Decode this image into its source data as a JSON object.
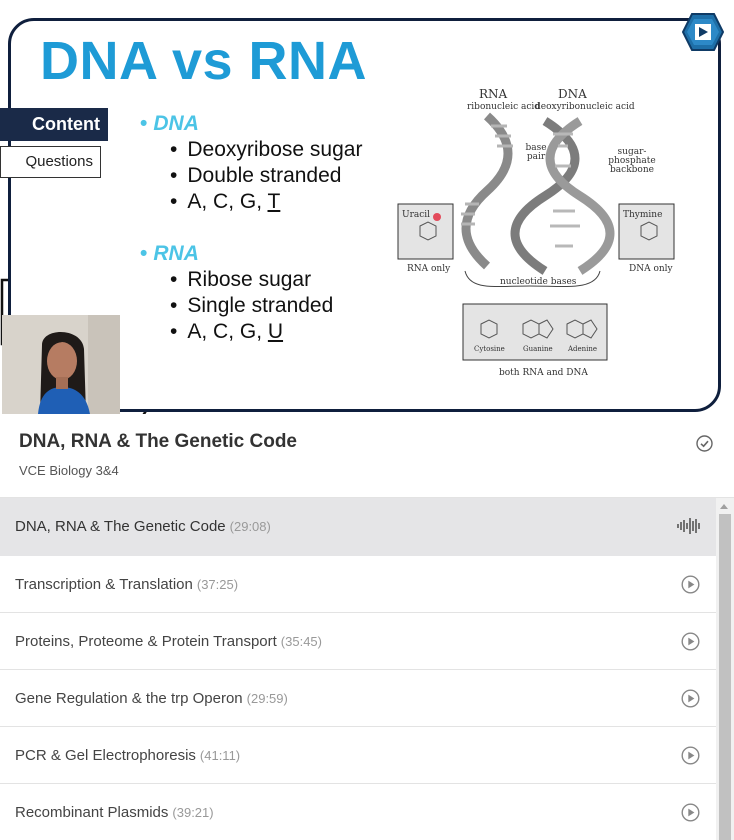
{
  "video": {
    "slide_title": "DNA vs RNA",
    "tabs": {
      "content": "Content",
      "questions": "Questions"
    },
    "dna_heading": "DNA",
    "dna_points": [
      "Deoxyribose sugar",
      "Double stranded",
      "A, C, G, "
    ],
    "dna_underlined_base": "T",
    "rna_heading": "RNA",
    "rna_points": [
      "Ribose sugar",
      "Single stranded",
      "A, C, G, "
    ],
    "rna_underlined_base": "U",
    "bullet": "•",
    "diagram": {
      "rna_label": "RNA",
      "rna_sub": "ribonucleic acid",
      "dna_label": "DNA",
      "dna_sub": "deoxyribonucleic acid",
      "base_pair": "base pair",
      "backbone": "sugar-phosphate backbone",
      "uracil": "Uracil",
      "rna_only": "RNA only",
      "thymine": "Thymine",
      "dna_only": "DNA only",
      "nucleotide_bases": "nucleotide bases",
      "cytosine": "Cytosine",
      "guanine": "Guanine",
      "adenine": "Adenine",
      "both": "both RNA and DNA"
    },
    "colors": {
      "title": "#1e9bd6",
      "accent": "#4cc4e6",
      "frame": "#0f1f3d"
    }
  },
  "course": {
    "title": "DNA, RNA & The Genetic Code",
    "subtitle": "VCE Biology 3&4"
  },
  "lessons": [
    {
      "title": "DNA, RNA & The Genetic Code",
      "duration": "(29:08)",
      "active": true
    },
    {
      "title": "Transcription & Translation",
      "duration": "(37:25)",
      "active": false
    },
    {
      "title": "Proteins, Proteome & Protein Transport",
      "duration": "(35:45)",
      "active": false
    },
    {
      "title": "Gene Regulation & the trp Operon",
      "duration": "(29:59)",
      "active": false
    },
    {
      "title": "PCR & Gel Electrophoresis",
      "duration": "(41:11)",
      "active": false
    },
    {
      "title": "Recombinant Plasmids",
      "duration": "(39:21)",
      "active": false
    }
  ],
  "icons": {
    "check": "check-circle-icon",
    "play": "play-circle-icon",
    "now_playing": "audio-wave-icon"
  }
}
